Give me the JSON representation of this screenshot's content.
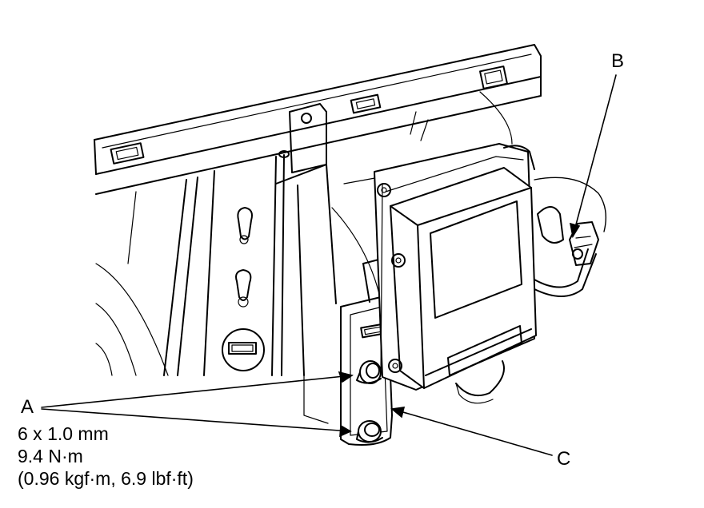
{
  "callouts": {
    "a": "A",
    "b": "B",
    "c": "C"
  },
  "spec": {
    "bolt_size": "6 x 1.0 mm",
    "torque_nm": "9.4 N·m",
    "torque_other": "(0.96 kgf·m, 6.9 lbf·ft)"
  },
  "colors": {
    "line": "#000000",
    "background": "#ffffff"
  }
}
